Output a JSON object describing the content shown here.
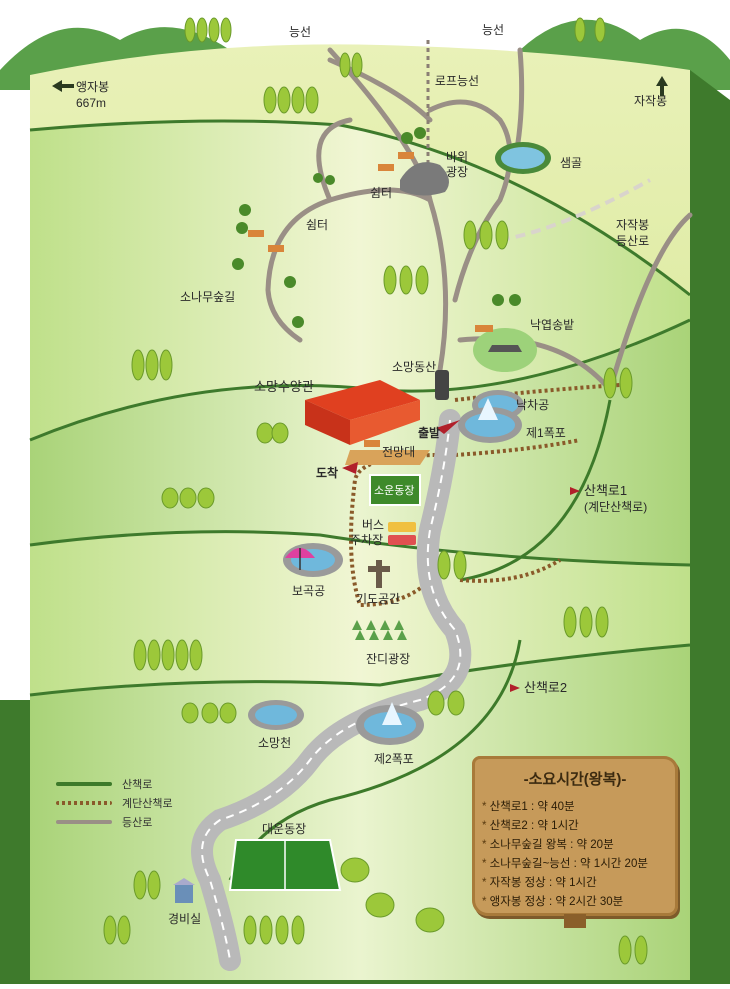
{
  "top_labels": {
    "ridge_left": "능선",
    "ridge_right": "능선",
    "ropeway": "로프능선",
    "ang_peak": "앵자봉",
    "ang_peak_height": "667m",
    "jajak_peak": "자작봉"
  },
  "places": {
    "rock_plaza_line1": "바위",
    "rock_plaza_line2": "광장",
    "spring": "샘골",
    "shelter_top": "쉼터",
    "shelter_left": "쉼터",
    "pine_path": "소나무숲길",
    "jajak_trail_line1": "자작봉",
    "jajak_trail_line2": "등산로",
    "pine_field": "낙엽송밭",
    "somang_hill": "소망동산",
    "training_center": "소망수양관",
    "start": "출발",
    "arrive": "도착",
    "nakcha_pond": "낙차공",
    "waterfall1": "제1폭포",
    "observatory": "전망대",
    "small_field": "소운동장",
    "bus_lot_line1": "버스",
    "bus_lot_line2": "주차장",
    "bogok_pond": "보곡공",
    "prayer_space": "기도공간",
    "grass_plaza": "잔디광장",
    "somang_stream": "소망천",
    "waterfall2": "제2폭포",
    "big_field": "대운동장",
    "guard_room": "경비실",
    "trail1_line1": "산책로1",
    "trail1_line2": "(계단산책로)",
    "trail2": "산책로2"
  },
  "legend": {
    "walk": "산책로",
    "stair_walk": "계단산책로",
    "hiking": "등산로"
  },
  "sign": {
    "title": "-소요시간(왕복)-",
    "items": [
      "산책로1 : 약 40분",
      "산책로2 : 약 1시간",
      "소나무숲길 왕복 : 약 20분",
      "소나무숲길~능선 : 약 1시간 20분",
      "자작봉 정상 : 약 1시간",
      "앵자봉 정상 : 약 2시간 30분"
    ]
  },
  "colors": {
    "walk_line": "#3d7a2a",
    "stair_line": "#8a5a2a",
    "hiking_line": "#9a8f86",
    "start_arrow": "#b11f2a"
  },
  "icons": [
    "left-arrow-icon",
    "up-arrow-icon",
    "start-arrow-icon",
    "arrive-arrow-icon",
    "building-icon",
    "tree-icon",
    "bench-icon",
    "rock-icon",
    "pond-icon",
    "waterfall-icon",
    "cross-icon",
    "bus-icon",
    "umbrella-icon",
    "guard-house-icon"
  ]
}
